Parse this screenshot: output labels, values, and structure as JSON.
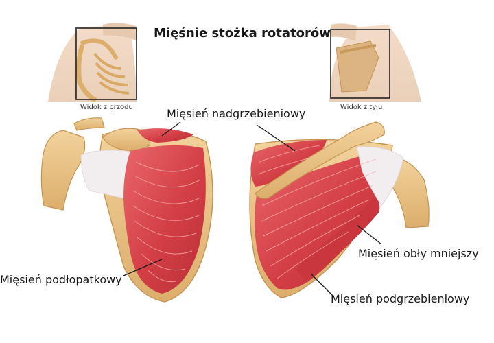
{
  "title": "Mięśnie stożka rotatorów",
  "views": {
    "front": "Widok z przodu",
    "back": "Widok z tyłu"
  },
  "labels": {
    "supraspinatus": "Mięsień nadgrzebieniowy",
    "subscapularis": "Mięsień podłopatkowy",
    "teres_minor": "Mięsień obły mniejszy",
    "infraspinatus": "Mięsień podgrzebieniowy"
  },
  "colors": {
    "bone": "#e9c083",
    "bone_edge": "#c79350",
    "muscle": "#d9474c",
    "muscle_light": "#f0a7a3",
    "tendon": "#f2f0f2",
    "skin": "#f1d8c3"
  }
}
